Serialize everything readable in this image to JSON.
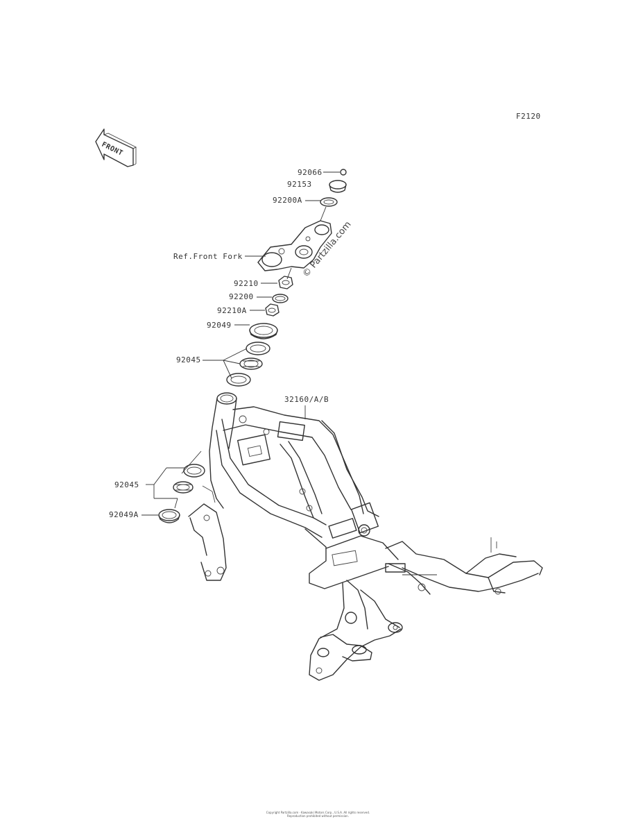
{
  "diagram_code": "F2120",
  "front_arrow_label": "FRONT",
  "watermark": "© Partzilla.com",
  "callouts": {
    "nut_92066": "92066",
    "cap_92153": "92153",
    "washer_92200A": "92200A",
    "ref_front_fork": "Ref.Front Fork",
    "nut_92210": "92210",
    "washer_92200": "92200",
    "nut_92210A": "92210A",
    "seal_92049": "92049",
    "bearing_upper_92045": "92045",
    "frame_32160": "32160/A/B",
    "bearing_lower_92045": "92045",
    "seal_92049A": "92049A"
  },
  "footer": {
    "line1": "Copyright Partzilla.com · Kawasaki Motors Corp., U.S.A. All rights reserved.",
    "line2": "Reproduction prohibited without permission."
  }
}
